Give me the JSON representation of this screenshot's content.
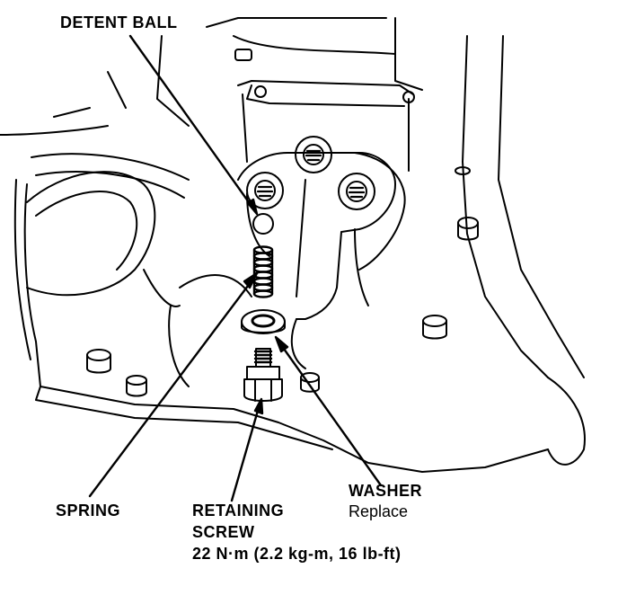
{
  "labels": {
    "detent_ball": "DETENT BALL",
    "spring": "SPRING",
    "retaining_screw_line1": "RETAINING",
    "retaining_screw_line2": "SCREW",
    "retaining_screw_torque": "22 N·m (2.2 kg-m, 16 lb-ft)",
    "washer": "WASHER",
    "washer_note": "Replace"
  },
  "colors": {
    "ink": "#000000",
    "paper": "#ffffff"
  }
}
